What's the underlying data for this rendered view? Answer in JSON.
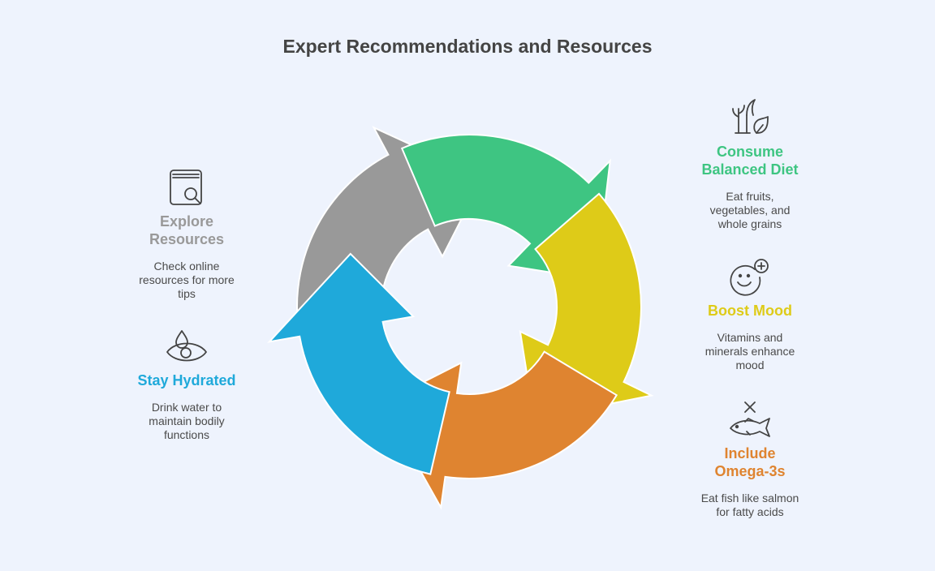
{
  "title": "Expert Recommendations and Resources",
  "colors": {
    "background": "#EEF3FD",
    "explore": "#999999",
    "diet": "#3EC582",
    "mood": "#DECB18",
    "omega": "#DF8430",
    "hydrate": "#1FA9DA",
    "text": "#444444"
  },
  "items": {
    "explore": {
      "icon": "book-search-icon",
      "heading": "Explore\nResources",
      "desc": "Check online\nresources for more\ntips"
    },
    "diet": {
      "icon": "plant-leaf-icon",
      "heading": "Consume\nBalanced Diet",
      "desc": "Eat fruits,\nvegetables, and\nwhole grains"
    },
    "mood": {
      "icon": "smiley-plus-icon",
      "heading": "Boost Mood",
      "desc": "Vitamins and\nminerals enhance\nmood"
    },
    "omega": {
      "icon": "fish-icon",
      "heading": "Include\nOmega-3s",
      "desc": "Eat fish like salmon\nfor fatty acids"
    },
    "hydrate": {
      "icon": "water-drop-eye-icon",
      "heading": "Stay Hydrated",
      "desc": "Drink water to\nmaintain bodily\nfunctions"
    }
  }
}
